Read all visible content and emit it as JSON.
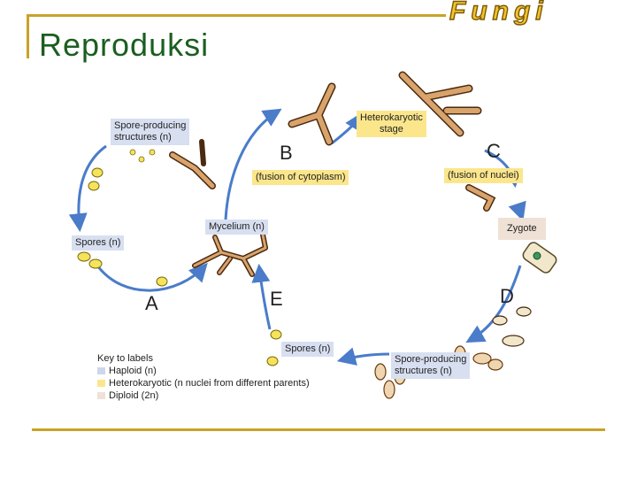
{
  "slide": {
    "title": "Reproduksi",
    "logo_text": "Fungi"
  },
  "labels": {
    "spore_structures_left_1": "Spore-producing",
    "spore_structures_left_2": "structures (n)",
    "spores_left": "Spores (n)",
    "mycelium": "Mycelium (n)",
    "fusion_cytoplasm": "(fusion of cytoplasm)",
    "heterokaryotic_1": "Heterokaryotic",
    "heterokaryotic_2": "stage",
    "fusion_nuclei": "(fusion of nuclei)",
    "zygote": "Zygote",
    "spores_right": "Spores (n)",
    "spore_structures_right_1": "Spore-producing",
    "spore_structures_right_2": "structures (n)"
  },
  "letters": {
    "a": "A",
    "b": "B",
    "c": "C",
    "d": "D",
    "e": "E"
  },
  "key": {
    "title": "Key to labels",
    "items": [
      {
        "label": "Haploid (n)",
        "color": "#cdd6ea"
      },
      {
        "label": "Heterokaryotic (n nuclei from different parents)",
        "color": "#fbe68c"
      },
      {
        "label": "Diploid (2n)",
        "color": "#efe1d6"
      }
    ]
  },
  "colors": {
    "arrow": "#4a7cc9",
    "hypha_fill": "#d9a36c",
    "hypha_outline": "#4a2a10",
    "spore_yellow": "#f5e35a",
    "frame": "#c9a227",
    "title": "#1b5e20"
  }
}
